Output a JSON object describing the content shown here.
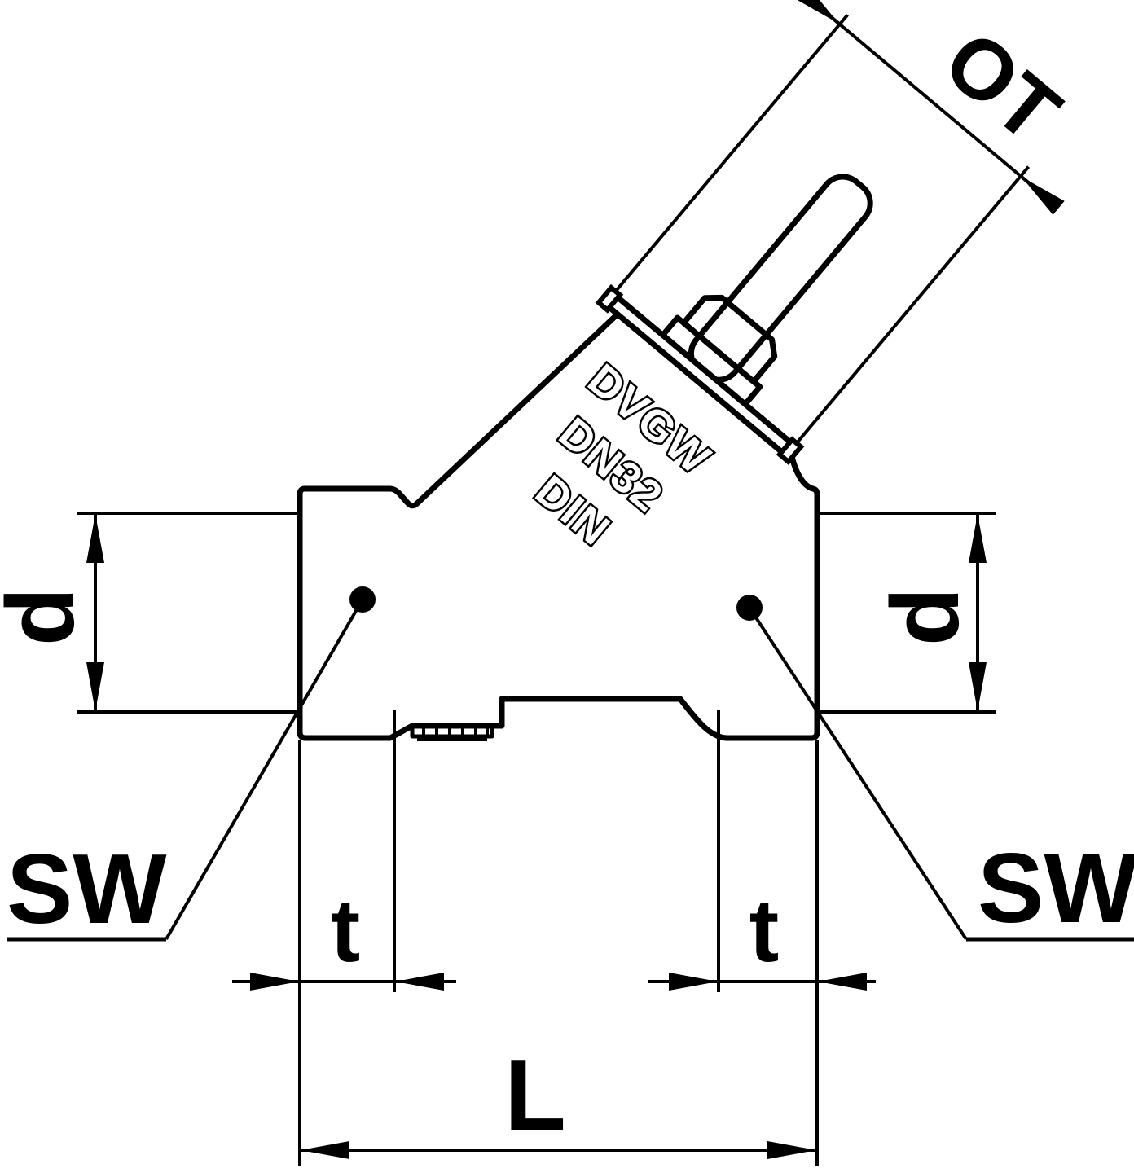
{
  "drawing": {
    "kind": "valve-dimension-drawing",
    "colors": {
      "line": "#000000",
      "background": "#ffffff"
    },
    "labels": {
      "ot": "OT",
      "d_left": "d",
      "d_right": "d",
      "sw_left": "SW",
      "sw_right": "SW",
      "t_left": "t",
      "t_right": "t",
      "length": "L"
    },
    "cast_marking": {
      "line1": "DVGW",
      "line2": "DN32",
      "line3": "DIN"
    }
  }
}
